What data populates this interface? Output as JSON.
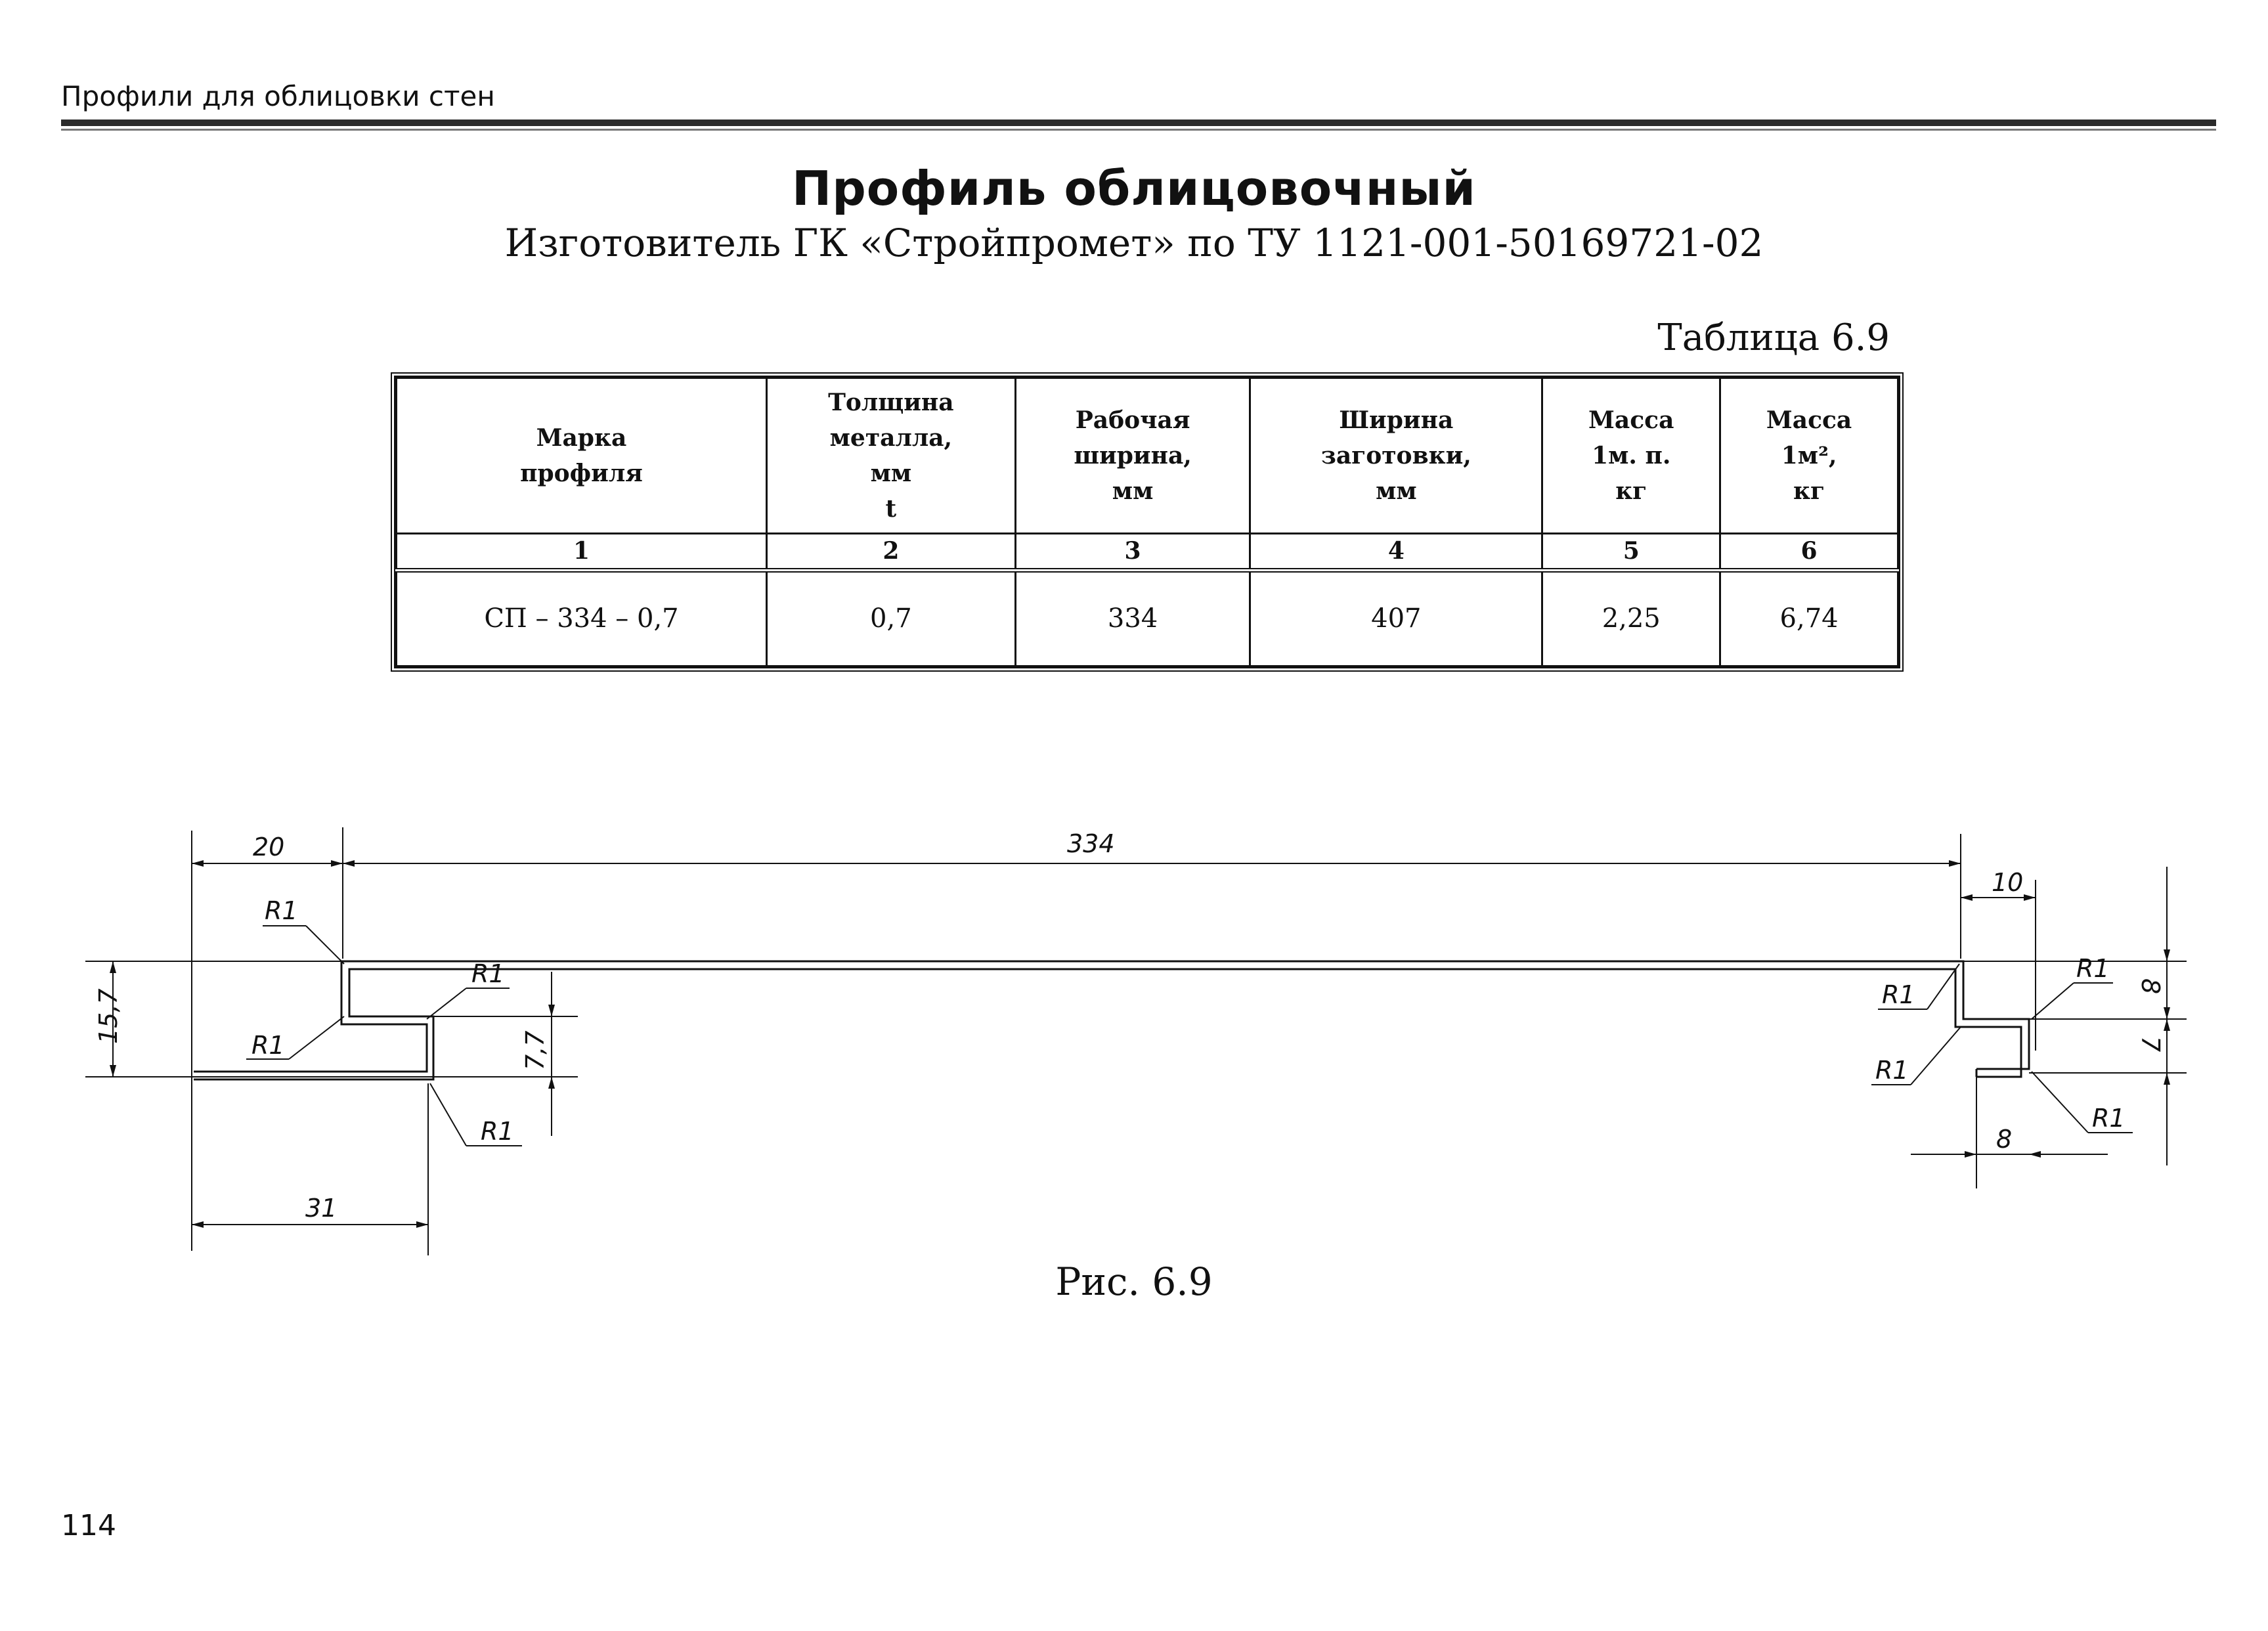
{
  "header": {
    "running_title": "Профили для облицовки стен"
  },
  "title": "Профиль облицовочный",
  "subtitle": "Изготовитель ГК «Стройпромет» по ТУ 1121-001-50169721-02",
  "table": {
    "label": "Таблица 6.9",
    "columns": [
      {
        "lines": [
          "Марка",
          "профиля"
        ]
      },
      {
        "lines": [
          "Толщина",
          "металла,",
          "мм",
          "t"
        ]
      },
      {
        "lines": [
          "Рабочая",
          "ширина,",
          "мм"
        ]
      },
      {
        "lines": [
          "Ширина",
          "заготовки,",
          "мм"
        ]
      },
      {
        "lines": [
          "Масса",
          "1м. п.",
          "кг"
        ]
      },
      {
        "lines": [
          "Масса",
          "1м²,",
          "кг"
        ]
      }
    ],
    "column_numbers": [
      "1",
      "2",
      "3",
      "4",
      "5",
      "6"
    ],
    "rows": [
      [
        "СП – 334 – 0,7",
        "0,7",
        "334",
        "407",
        "2,25",
        "6,74"
      ]
    ]
  },
  "drawing": {
    "dim_20": "20",
    "dim_334": "334",
    "dim_10": "10",
    "dim_15_7": "15,7",
    "dim_7_7": "7,7",
    "dim_31": "31",
    "dim_8_right": "8",
    "dim_7_right": "7",
    "dim_8_bottom": "8",
    "radius_label": "R1"
  },
  "caption": "Рис. 6.9",
  "page_number": "114"
}
